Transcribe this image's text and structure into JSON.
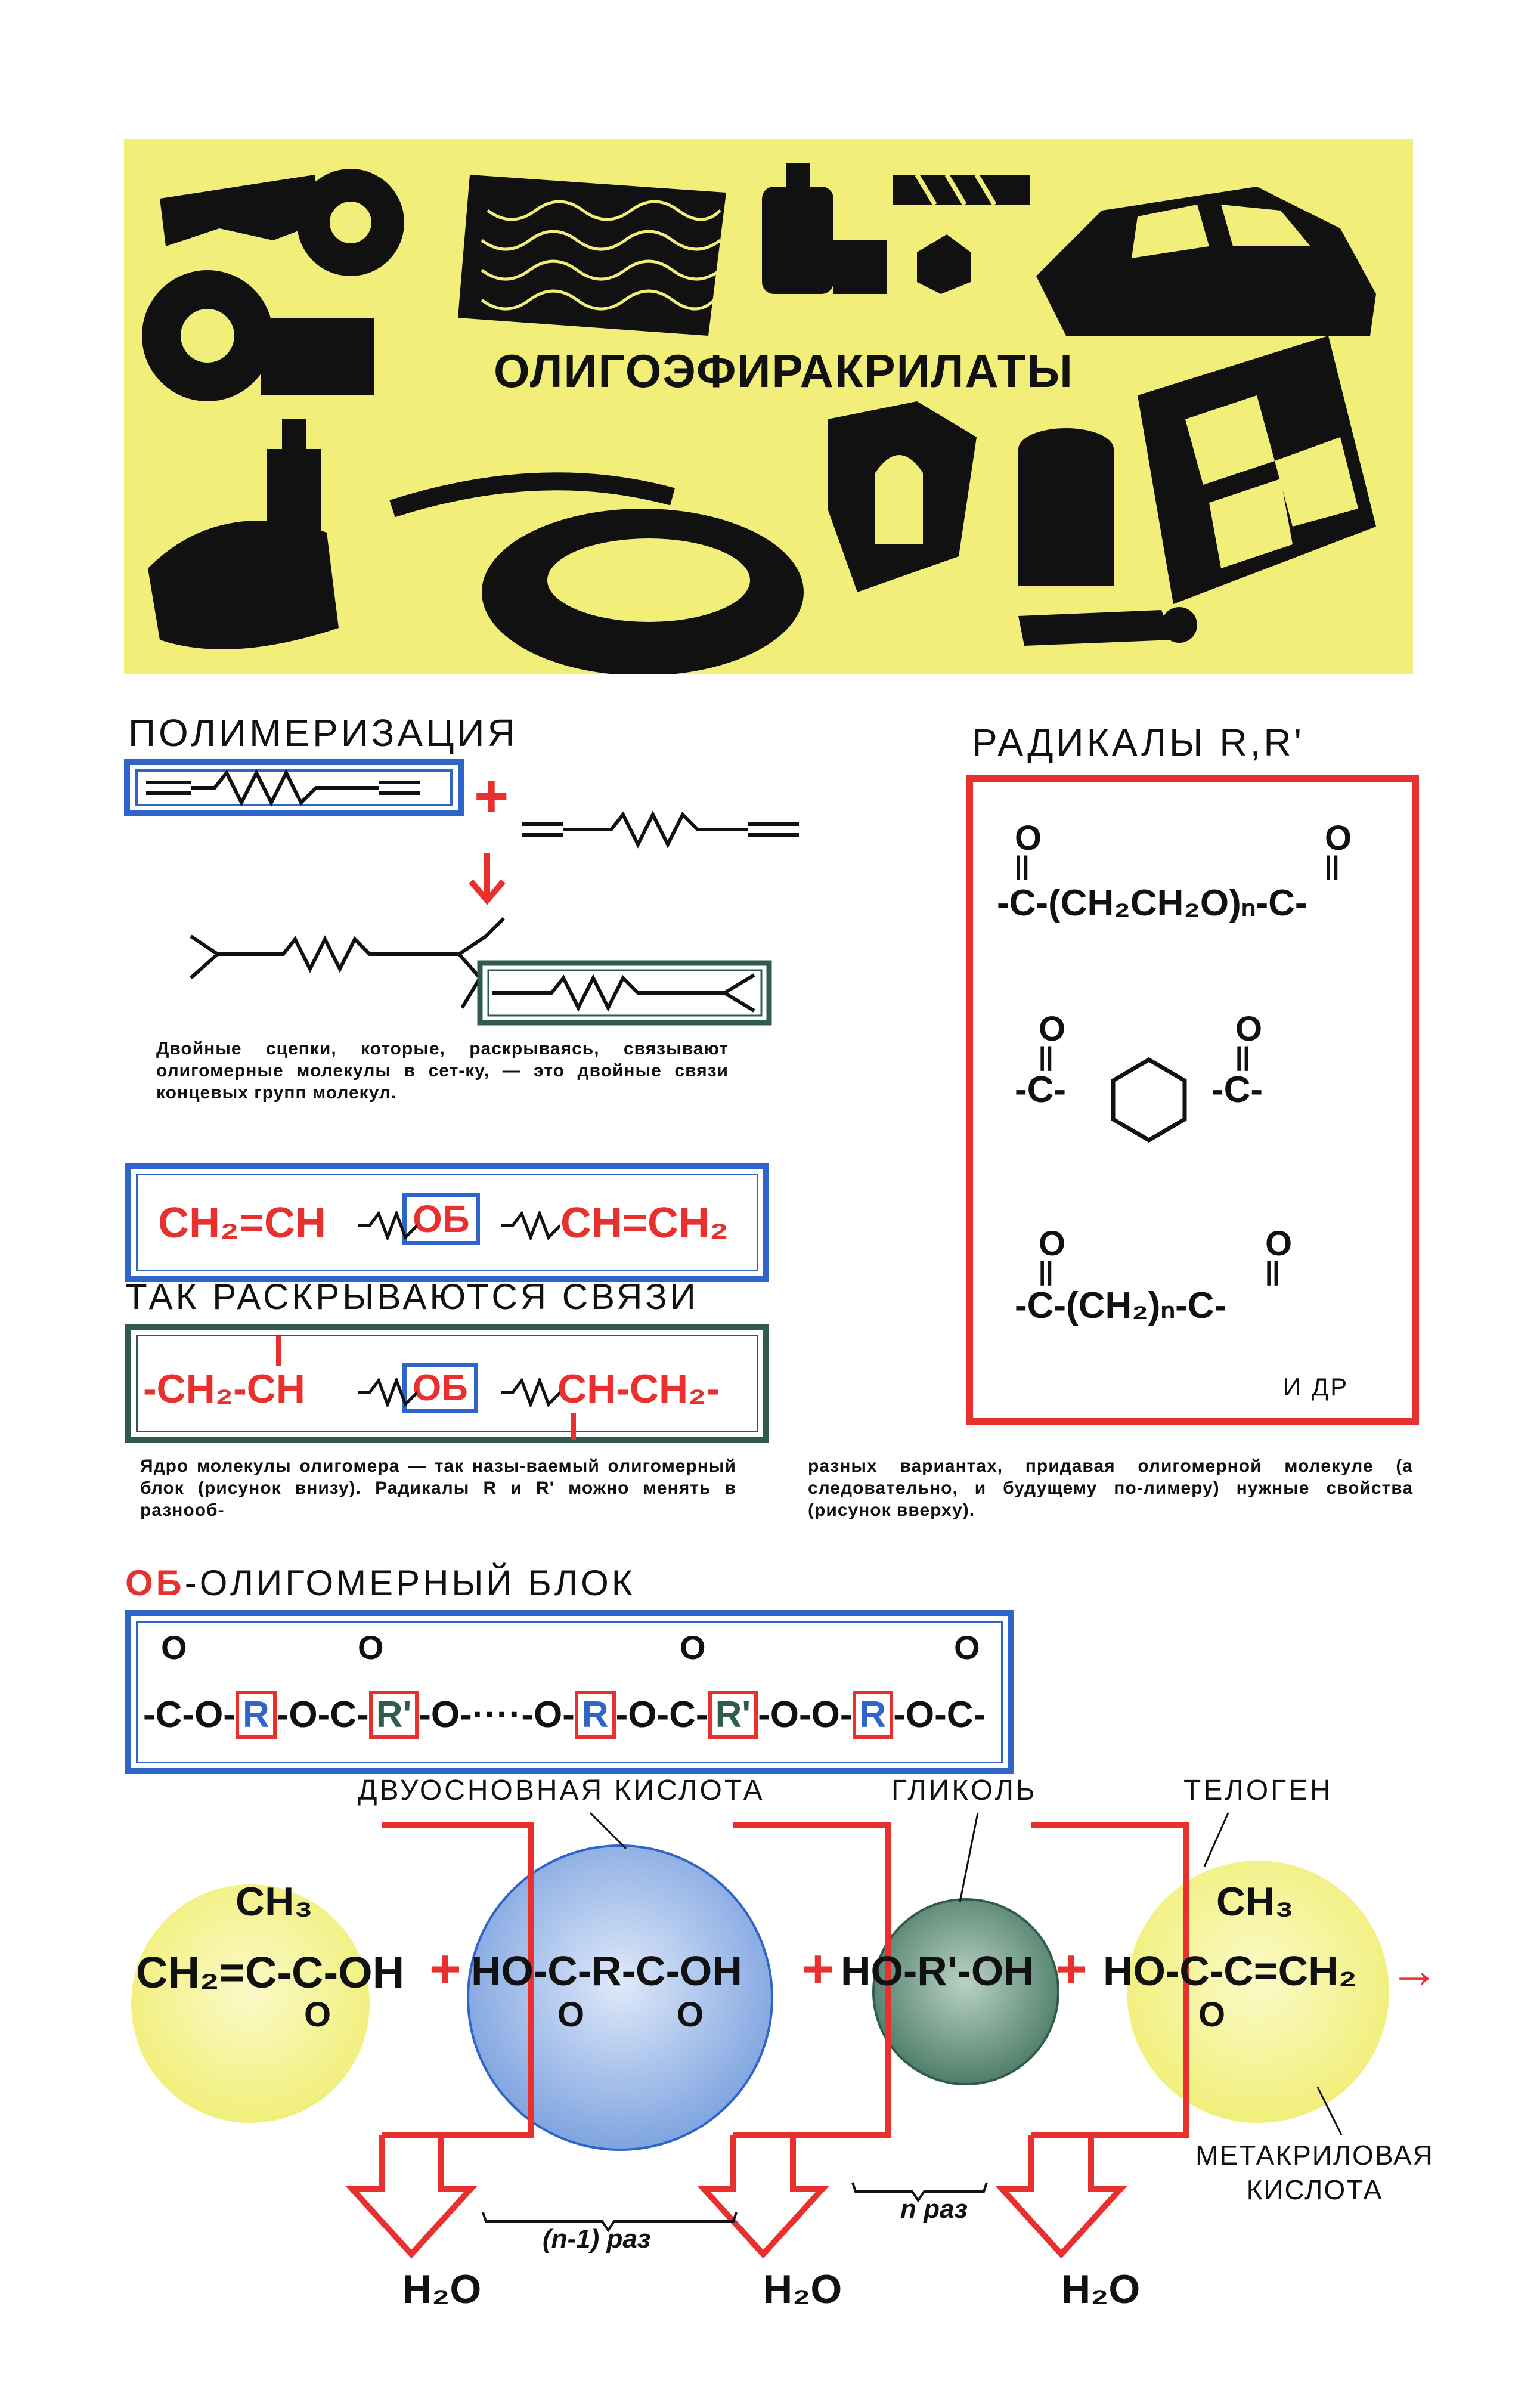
{
  "banner": {
    "title": "ОЛИГОЭФИРАКРИЛАТЫ",
    "background": "#f1ef7a"
  },
  "polymerization": {
    "heading": "ПОЛИМЕРИЗАЦИЯ",
    "plus": "+",
    "caption": "Двойные сцепки, которые, раскрываясь, связывают олигомерные молекулы в сет-ку, — это двойные связи концевых групп молекул."
  },
  "radicals": {
    "heading": "РАДИКАЛЫ R,R'",
    "formula1": "-C-(CH₂CH₂O)ₙ-C-",
    "formula2_left": "-C-",
    "formula2_right": "-C-",
    "formula3": "-C-(CH₂)ₙ-C-",
    "oxygen": "O",
    "etc": "И ДР"
  },
  "structure": {
    "top_left": "CH₂=CH",
    "top_core": "ОБ",
    "top_right": "CH=CH₂",
    "label": "ТАК РАСКРЫВАЮТСЯ СВЯЗИ",
    "bottom_left": "-CH₂-CH",
    "bottom_core": "ОБ",
    "bottom_right": "CH-CH₂-"
  },
  "core_caption": {
    "left": "Ядро молекулы олигомера — так назы-ваемый олигомерный блок (рисунок внизу). Радикалы R и R' можно менять в разнооб-",
    "right": "разных вариантах, придавая олигомерной молекуле (а следовательно, и будущему по-лимеру) нужные свойства (рисунок вверху)."
  },
  "oligomer_block": {
    "heading_prefix": "ОБ",
    "heading_rest": "-ОЛИГОМЕРНЫЙ БЛОК",
    "oxygen": "O",
    "chain": [
      "-C-O-",
      "R",
      "-O-C-",
      "R'",
      "-O-····-O-",
      "R",
      "-O-C-",
      "R'",
      "-O-O-",
      "R",
      "-O-C-"
    ]
  },
  "reaction": {
    "label_acid": "ДВУОСНОВНАЯ КИСЛОТА",
    "label_glycol": "ГЛИКОЛЬ",
    "label_telogen": "ТЕЛОГЕН",
    "label_methacrylic": "МЕТАКРИЛОВАЯ КИСЛОТА",
    "methyl": "CH₃",
    "left_molecule": "CH₂=C-C-OH",
    "plus": "+",
    "acid_molecule": "HO-C-R-C-OH",
    "acid_r": "R",
    "glycol_molecule": "HO-R'-OH",
    "glycol_r": "R'",
    "right_molecule": "HO-C-C=CH₂",
    "oxygen": "O",
    "arrow": "→",
    "count_acid": "(n-1) раз",
    "count_glycol": "n раз",
    "water": "H₂O"
  },
  "colors": {
    "red": "#e8312f",
    "blue": "#2f64c8",
    "green": "#2f5d4a",
    "yellow_circle": "#f1ef7a",
    "blue_circle": "#7fa4e0",
    "green_circle": "#6f9a86"
  }
}
